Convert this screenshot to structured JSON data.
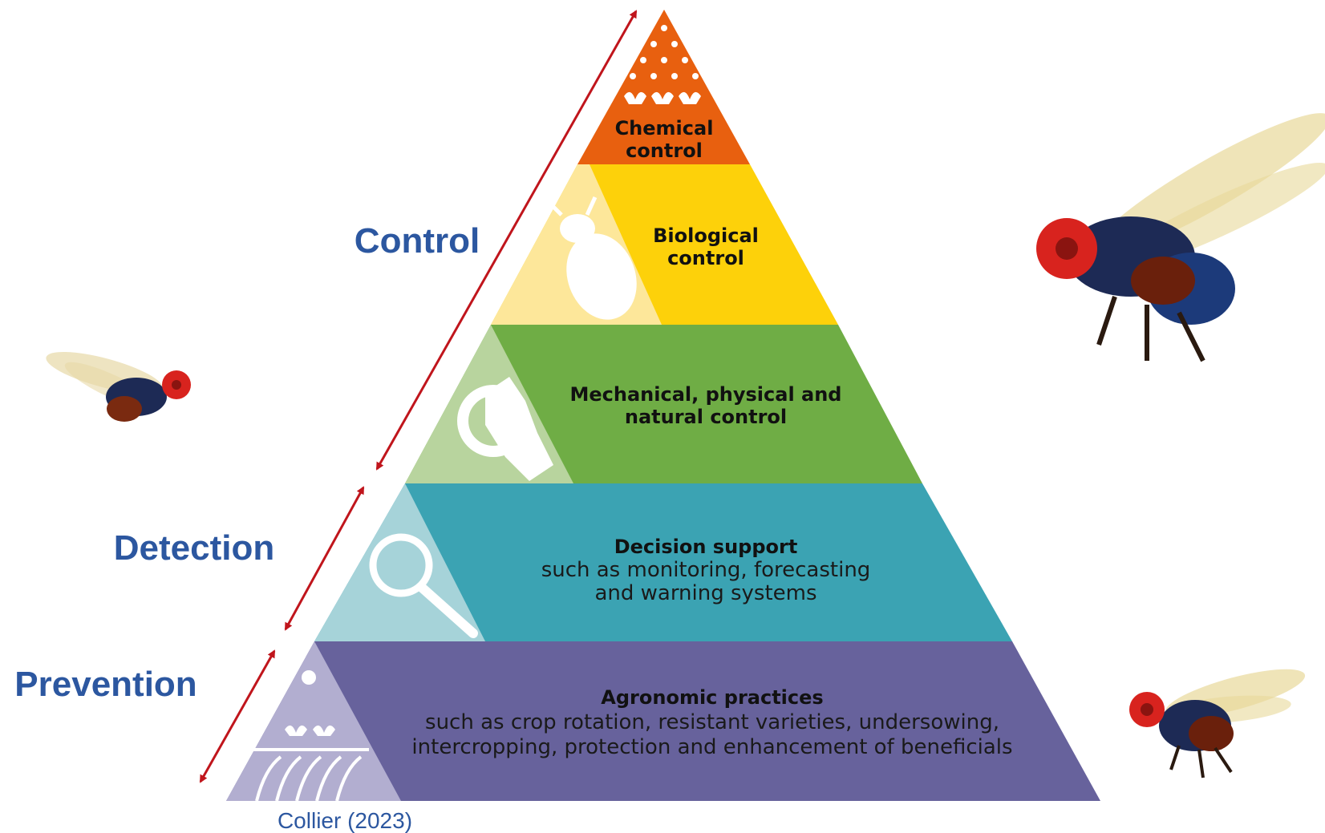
{
  "pyramid": {
    "tiers": [
      {
        "id": "chemical",
        "title_lines": [
          "Chemical",
          "control"
        ],
        "sub_lines": [],
        "color": "#e8600f",
        "icon": "spray-icon"
      },
      {
        "id": "biological",
        "title_lines": [
          "Biological",
          "control"
        ],
        "sub_lines": [],
        "color": "#fdd10a",
        "icon": "bee-icon"
      },
      {
        "id": "mechanical",
        "title_lines": [
          "Mechanical, physical and",
          "natural control"
        ],
        "sub_lines": [],
        "color": "#6fad45",
        "icon": "hand-gear-icon"
      },
      {
        "id": "decision",
        "title_lines": [
          "Decision support"
        ],
        "sub_lines": [
          "such as monitoring, forecasting",
          "and warning systems"
        ],
        "color": "#3ba3b3",
        "icon": "magnifier-icon"
      },
      {
        "id": "agronomic",
        "title_lines": [
          "Agronomic practices"
        ],
        "sub_lines": [
          "such as crop rotation, resistant varieties, undersowing,",
          "intercropping, protection and enhancement of beneficials"
        ],
        "color": "#67629c",
        "icon": "field-icon"
      }
    ]
  },
  "side_labels": {
    "control": "Control",
    "detection": "Detection",
    "prevention": "Prevention"
  },
  "credit": "Collier (2023)",
  "colors": {
    "label_blue": "#2c57a0",
    "arrow_red": "#c0151c"
  }
}
